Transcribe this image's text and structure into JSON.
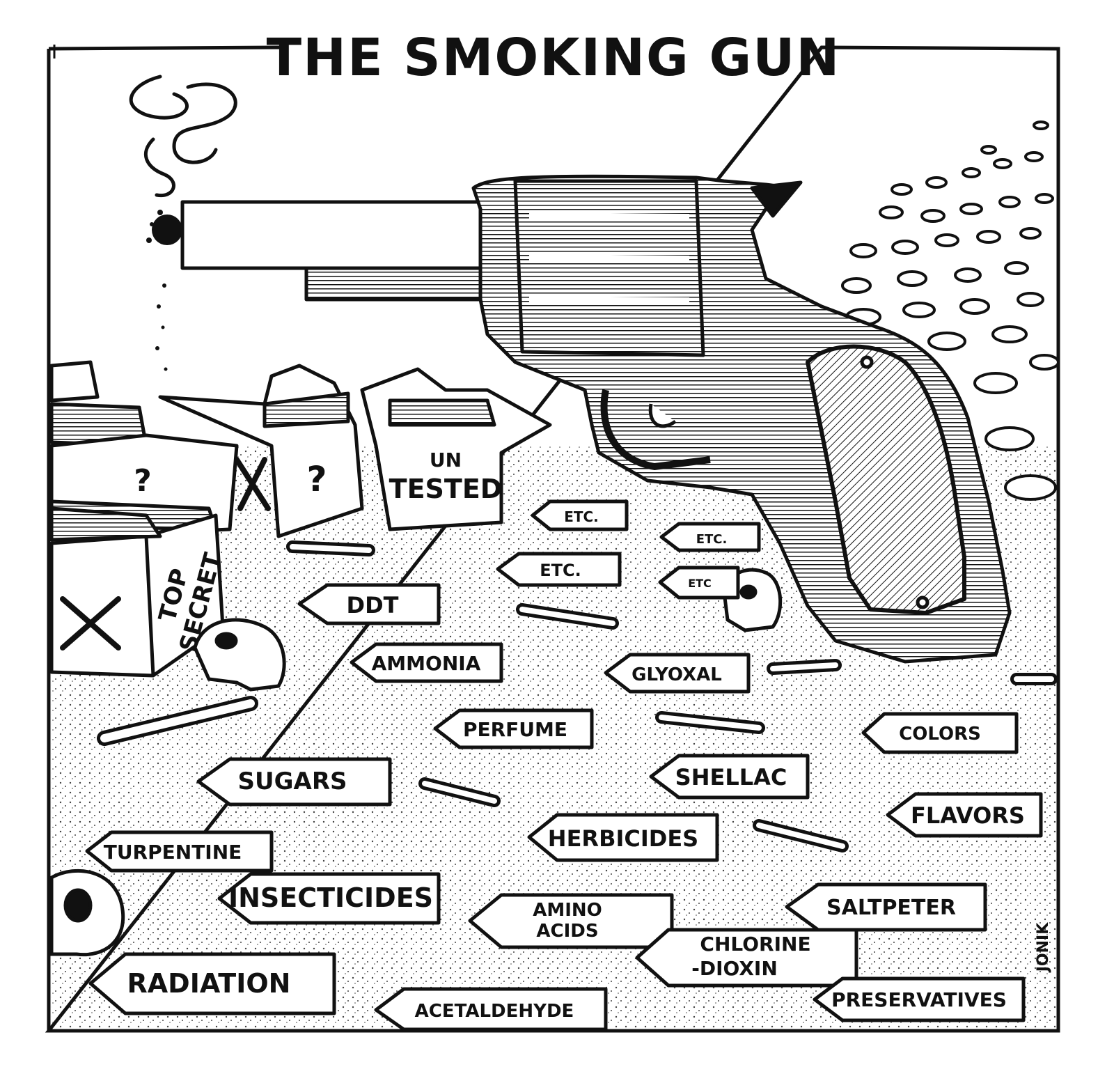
{
  "title": "THE SMOKING GUN",
  "boxes": {
    "box1_mark": "?",
    "box2_mark": "?",
    "box3_line1": "UN",
    "box3_line2": "TESTED",
    "box4_line1": "TOP",
    "box4_line2": "SECRET"
  },
  "bullets": {
    "etc_1": "ETC.",
    "etc_2": "ETC.",
    "etc_3": "ETC.",
    "etc_4": "ETC",
    "ddt": "DDT",
    "ammonia": "AMMONIA",
    "glyoxal": "GLYOXAL",
    "perfume": "PERFUME",
    "colors": "COLORS",
    "sugars": "SUGARS",
    "shellac": "SHELLAC",
    "flavors": "FLAVORS",
    "herbicides": "HERBICIDES",
    "turpentine": "TURPENTINE",
    "insecticides": "INSECTICIDES",
    "amino_1": "AMINO",
    "amino_2": "ACIDS",
    "saltpeter": "SALTPETER",
    "chlorine_1": "CHLORINE",
    "chlorine_2": "-DIOXIN",
    "radiation": "RADIATION",
    "acetaldehyde": "ACETALDEHYDE",
    "preservatives": "PRESERVATIVES"
  },
  "signature": "JONIK",
  "colors": {
    "ink": "#111111",
    "paper": "#ffffff"
  }
}
